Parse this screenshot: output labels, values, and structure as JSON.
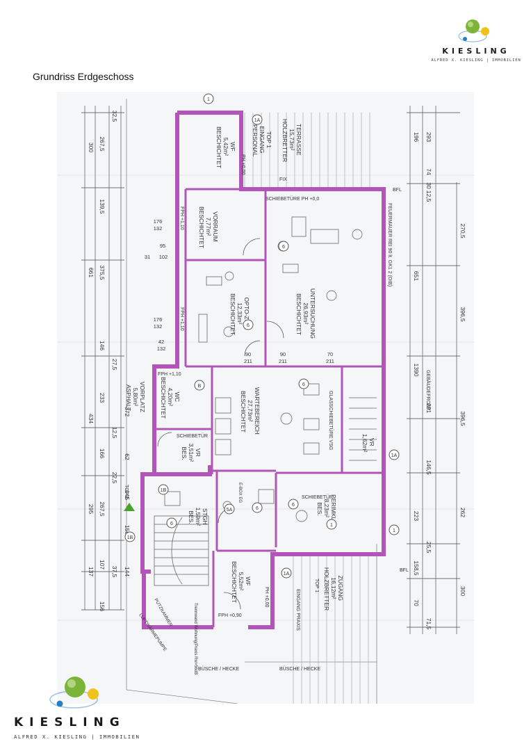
{
  "header": {
    "brand": "KIESLING",
    "tagline": "ALFRED X. KIESLING | IMMOBILIEN"
  },
  "page_title": "Grundriss Erdgeschoss",
  "plan": {
    "rooms": [
      {
        "lines": [
          "WF",
          "5,42m²",
          "BESCHICHTET"
        ]
      },
      {
        "lines": [
          "TOP 1",
          "EINGANG",
          "PERSONAL"
        ]
      },
      {
        "lines": [
          "TERRASSE",
          "15,73m²",
          "HOLZBRETTER"
        ]
      },
      {
        "lines": [
          "VORRAUM",
          "7,77m²",
          "BESCHICHTET"
        ]
      },
      {
        "lines": [
          "OPTO-ZUR.",
          "12,33m²",
          "BESCHICHTET"
        ]
      },
      {
        "lines": [
          "UNTERSUCHUNG",
          "26,93m²",
          "BESCHICHTET"
        ]
      },
      {
        "lines": [
          "VORPLATZ",
          "5,80m²",
          "ASPHALT"
        ]
      },
      {
        "lines": [
          "WC",
          "4,20m²",
          "BESCHICHTET"
        ]
      },
      {
        "lines": [
          "WARTEBEREICH",
          "27,73m²",
          "BESCHICHTET"
        ]
      },
      {
        "lines": [
          "VR",
          "3,51m²",
          "BES."
        ]
      },
      {
        "lines": [
          "VR",
          "1,62m²"
        ]
      },
      {
        "lines": [
          "PERIMKL.",
          "8,23m²",
          "BES."
        ]
      },
      {
        "lines": [
          "STGH",
          "1,59m²",
          "BES."
        ]
      },
      {
        "lines": [
          "WF",
          "5,52m²",
          "BESCHICHTET"
        ]
      },
      {
        "lines": [
          "ZUGANG",
          "16,12m²",
          "HOLZBRETTER"
        ]
      }
    ],
    "labels": {
      "schiebetuere_top": "SCHIEBETÜRE  PH +0,0",
      "feuermauer": "FEUERMAUER REI 90 lt. GK1 2 (OIB)",
      "gebaeudefront": "GEBÄUDEFRONT",
      "glasschiebetuere": "GLASSCHIEBETÜRE VSG",
      "schiebetuer_mid": "SCHIEBETÜR",
      "schiebetuer_left": "SCHIEBETÜR",
      "top2": "TOP 2",
      "busche_left": "BÜSCHE / HECKE",
      "busche_right": "BÜSCHE / HECKE",
      "eingang_praxis": "EINGANG PRAXIS",
      "top1_bottom": "TOP 1",
      "fph_a": "FPH +1,10",
      "fph_b": "FPH +1,10",
      "fph_c": "FPH +1,10",
      "fph_d": "FPH +0,90",
      "ph_top": "PH +0,00",
      "ph_bottom": "PH +0,00",
      "bfl_top": "BFL",
      "bfl_bottom": "BFL",
      "fix": "FIX",
      "trennwand": "Trennwand Wohnung/Praxis Rw>56dB",
      "putzkammer": "PUTZKAMMER",
      "luftwaermepumpe": "LUFTWÄRMEPUMPE",
      "ebox": "E-BOX EG"
    },
    "dims_left_outer": [
      "300",
      "661",
      "434",
      "295",
      "137"
    ],
    "dims_left_mid": [
      "267,5",
      "139,5",
      "375,5",
      "146",
      "233",
      "166",
      "267,5",
      "107",
      "156"
    ],
    "dims_left_inner": [
      "32,5",
      "27,5",
      "12,5",
      "22,5",
      "37,5"
    ],
    "dims_left_inner2": [
      "372",
      "62",
      "145",
      "150",
      "144"
    ],
    "dims_right_a": [
      "196",
      "651",
      "1390",
      "223",
      "158,5",
      "70"
    ],
    "dims_right_b": [
      "293",
      "74",
      "30",
      "12,5",
      "291",
      "146,5",
      "25,5",
      "71,5"
    ],
    "dims_right_c": [
      "270,5",
      "396,5",
      "396,5",
      "262",
      "300"
    ],
    "dims_interior": [
      "176",
      "132",
      "95",
      "31",
      "102",
      "176",
      "132",
      "42",
      "132",
      "90",
      "211",
      "90",
      "211",
      "70",
      "211"
    ],
    "axis_marks": [
      "1",
      "1A",
      "1",
      "1A",
      "1A",
      "1B",
      "1B",
      "B",
      "6",
      "6",
      "6",
      "6",
      "6",
      "6",
      "5A",
      "1"
    ]
  },
  "footer": {
    "brand": "KIESLING",
    "tagline": "ALFRED X. KIESLING | IMMOBILIEN"
  },
  "colors": {
    "wall": "#b255b8",
    "line": "#555555",
    "paper": "#f4f6f8",
    "green": "#7ab53a",
    "yellow": "#f3c21a",
    "blue": "#2a7fc1"
  }
}
